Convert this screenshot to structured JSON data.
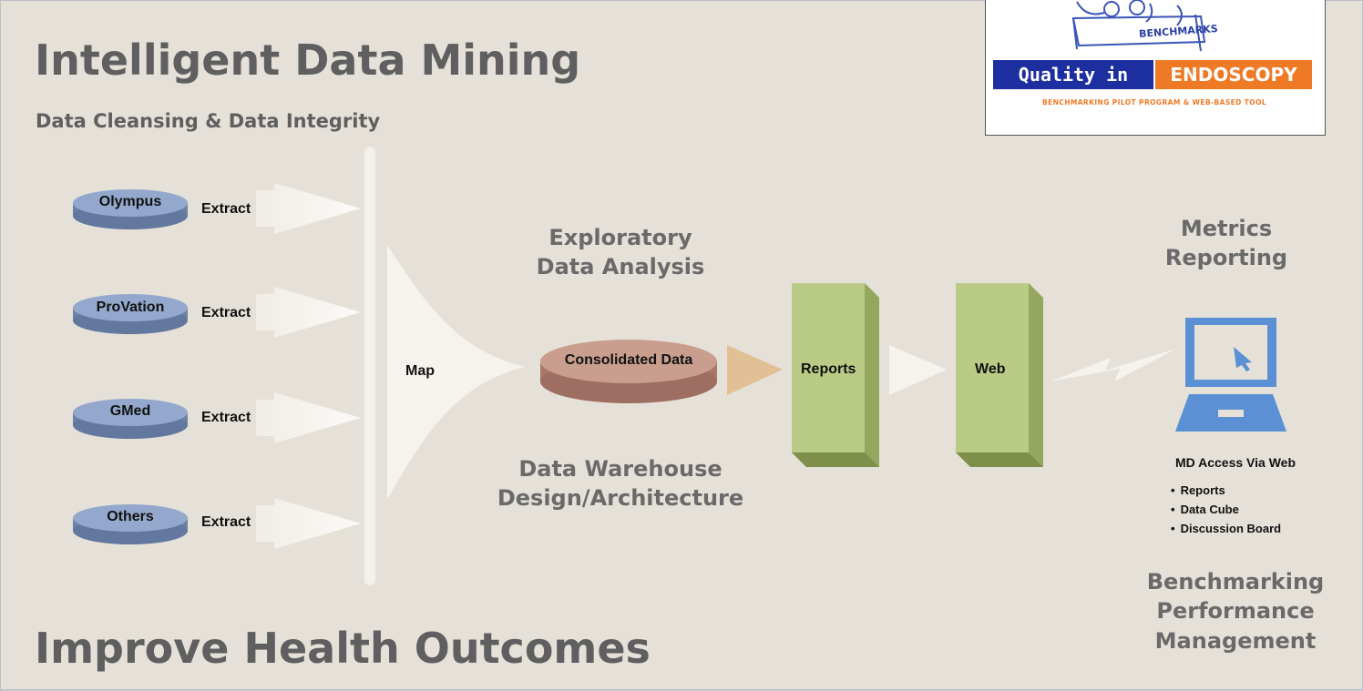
{
  "title": "Intelligent Data Mining",
  "subtitle": "Data Cleansing & Data Integrity",
  "footer_title": "Improve Health Outcomes",
  "logo": {
    "banner_left": "Quality in",
    "banner_right": "ENDOSCOPY",
    "sign_text": "BENCHMARKS",
    "tagline": "BENCHMARKING PILOT PROGRAM & WEB-BASED TOOL"
  },
  "sources": [
    {
      "name": "Olympus",
      "action": "Extract"
    },
    {
      "name": "ProVation",
      "action": "Extract"
    },
    {
      "name": "GMed",
      "action": "Extract"
    },
    {
      "name": "Others",
      "action": "Extract"
    }
  ],
  "map_label": "Map",
  "exploratory": "Exploratory\nData Analysis",
  "consolidated": "Consolidated Data",
  "warehouse": "Data Warehouse\nDesign/Architecture",
  "reports_label": "Reports",
  "web_label": "Web",
  "metrics": "Metrics\nReporting",
  "md_access": {
    "title": "MD Access Via Web",
    "items": [
      "Reports",
      "Data Cube",
      "Discussion Board"
    ]
  },
  "benchmarking": "Benchmarking\nPerformance\nManagement",
  "colors": {
    "background": "#e5e1d8",
    "source_disk": "#8fa4c8",
    "consolidated_disk": "#c79a8a",
    "box_green": "#b9c983",
    "laptop_blue": "#5b91d4",
    "logo_blue": "#1c2ea0",
    "logo_orange": "#ef7a26"
  }
}
